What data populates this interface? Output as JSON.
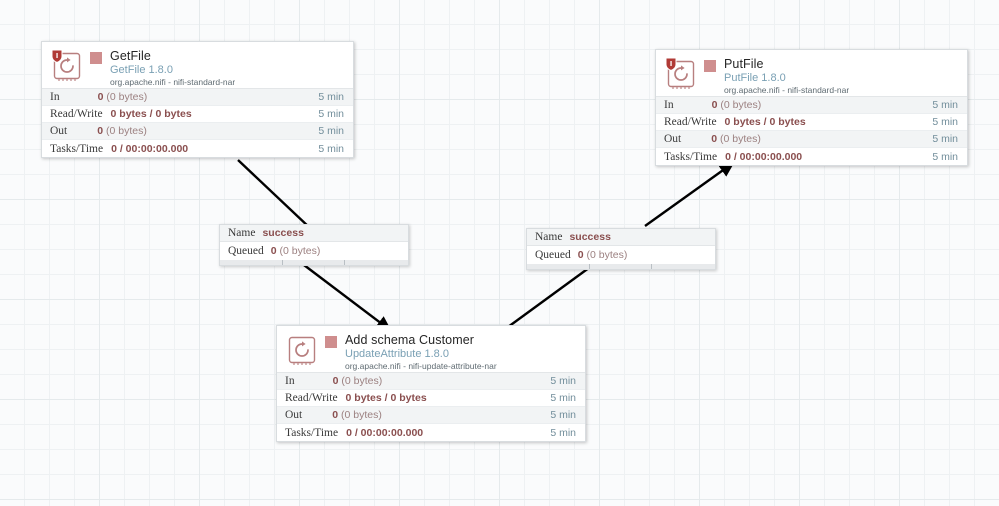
{
  "canvas": {
    "background_color": "#fafbfc",
    "grid_color": "#eef1f3",
    "grid_major_color": "#e5eaec"
  },
  "theme": {
    "stop_square_color": "#cf8e8e",
    "type_text_color": "#7aa0b4",
    "stat_value_color": "#8a4f4f",
    "time_text_color": "#728e9b",
    "edge_color": "#000000"
  },
  "stat_labels": {
    "in": "In",
    "read_write": "Read/Write",
    "out": "Out",
    "tasks_time": "Tasks/Time"
  },
  "connection_labels": {
    "name": "Name",
    "queued": "Queued"
  },
  "processors": [
    {
      "id": "getfile",
      "name": "GetFile",
      "type": "GetFile 1.8.0",
      "bundle": "org.apache.nifi - nifi-standard-nar",
      "has_shield_badge": true,
      "state": "stopped",
      "stats": {
        "in_value": "0",
        "in_detail": "(0 bytes)",
        "in_time": "5 min",
        "read_write_value": "0 bytes / 0 bytes",
        "read_write_detail": "",
        "read_write_time": "5 min",
        "out_value": "0",
        "out_detail": "(0 bytes)",
        "out_time": "5 min",
        "tasks_value": "0 / 00:00:00.000",
        "tasks_detail": "",
        "tasks_time": "5 min"
      }
    },
    {
      "id": "putfile",
      "name": "PutFile",
      "type": "PutFile 1.8.0",
      "bundle": "org.apache.nifi - nifi-standard-nar",
      "has_shield_badge": true,
      "state": "stopped",
      "stats": {
        "in_value": "0",
        "in_detail": "(0 bytes)",
        "in_time": "5 min",
        "read_write_value": "0 bytes / 0 bytes",
        "read_write_detail": "",
        "read_write_time": "5 min",
        "out_value": "0",
        "out_detail": "(0 bytes)",
        "out_time": "5 min",
        "tasks_value": "0 / 00:00:00.000",
        "tasks_detail": "",
        "tasks_time": "5 min"
      }
    },
    {
      "id": "updateattribute",
      "name": "Add schema Customer",
      "type": "UpdateAttribute 1.8.0",
      "bundle": "org.apache.nifi - nifi-update-attribute-nar",
      "has_shield_badge": false,
      "state": "stopped",
      "stats": {
        "in_value": "0",
        "in_detail": "(0 bytes)",
        "in_time": "5 min",
        "read_write_value": "0 bytes / 0 bytes",
        "read_write_detail": "",
        "read_write_time": "5 min",
        "out_value": "0",
        "out_detail": "(0 bytes)",
        "out_time": "5 min",
        "tasks_value": "0 / 00:00:00.000",
        "tasks_detail": "",
        "tasks_time": "5 min"
      }
    }
  ],
  "connections": [
    {
      "id": "getfile-to-update",
      "name": "success",
      "queued_value": "0",
      "queued_detail": "(0 bytes)"
    },
    {
      "id": "update-to-putfile",
      "name": "success",
      "queued_value": "0",
      "queued_detail": "(0 bytes)"
    }
  ]
}
